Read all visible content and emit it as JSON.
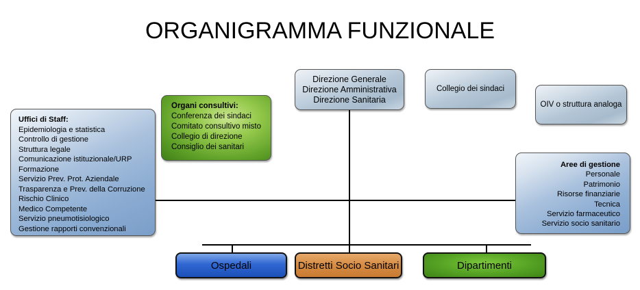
{
  "title": "ORGANIGRAMMA FUNZIONALE",
  "top_box": {
    "lines": [
      "Direzione  Generale",
      "Direzione Amministrativa",
      "Direzione Sanitaria"
    ]
  },
  "collegio_box": {
    "label": "Collegio dei sindaci"
  },
  "oiv_box": {
    "label": "OIV o struttura analoga"
  },
  "organi_box": {
    "heading": "Organi consultivi:",
    "items": [
      "Conferenza dei sindaci",
      "Comitato consultivo misto",
      "Collegio di direzione",
      "Consiglio dei sanitari"
    ]
  },
  "staff_box": {
    "heading": "Uffici di Staff:",
    "items": [
      "Epidemiologia e statistica",
      "Controllo di gestione",
      "Struttura legale",
      "Comunicazione istituzionale/URP",
      "Formazione",
      "Servizio Prev. Prot. Aziendale",
      "Trasparenza e Prev. della Corruzione",
      "Rischio Clinico",
      "Medico Competente",
      "Servizio pneumotisiologico",
      "Gestione rapporti convenzionali"
    ]
  },
  "aree_box": {
    "heading": "Aree di gestione",
    "items": [
      "Personale",
      "Patrimonio",
      "Risorse finanziarie",
      "Tecnica",
      "Servizio farmaceutico",
      "Servizio socio sanitario"
    ]
  },
  "bottom_units": [
    {
      "label": "Ospedali",
      "color": "#2f67d2"
    },
    {
      "label": "Distretti Socio Sanitari",
      "color": "#d58b43"
    },
    {
      "label": "Dipartimenti",
      "color": "#55a224"
    }
  ]
}
